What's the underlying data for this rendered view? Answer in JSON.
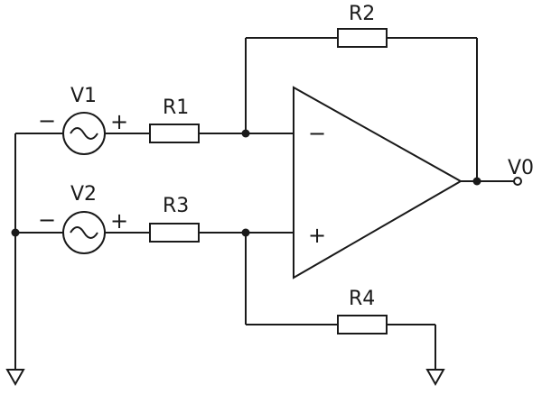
{
  "components": {
    "r1": {
      "label": "R1"
    },
    "r2": {
      "label": "R2"
    },
    "r3": {
      "label": "R3"
    },
    "r4": {
      "label": "R4"
    },
    "v1": {
      "label": "V1",
      "minus": "−",
      "plus": "+"
    },
    "v2": {
      "label": "V2",
      "minus": "−",
      "plus": "+"
    }
  },
  "opamp": {
    "inverting": "−",
    "noninverting": "+"
  },
  "output": {
    "label": "V0"
  },
  "colors": {
    "ink": "#1a1a1a",
    "background": "#ffffff"
  }
}
